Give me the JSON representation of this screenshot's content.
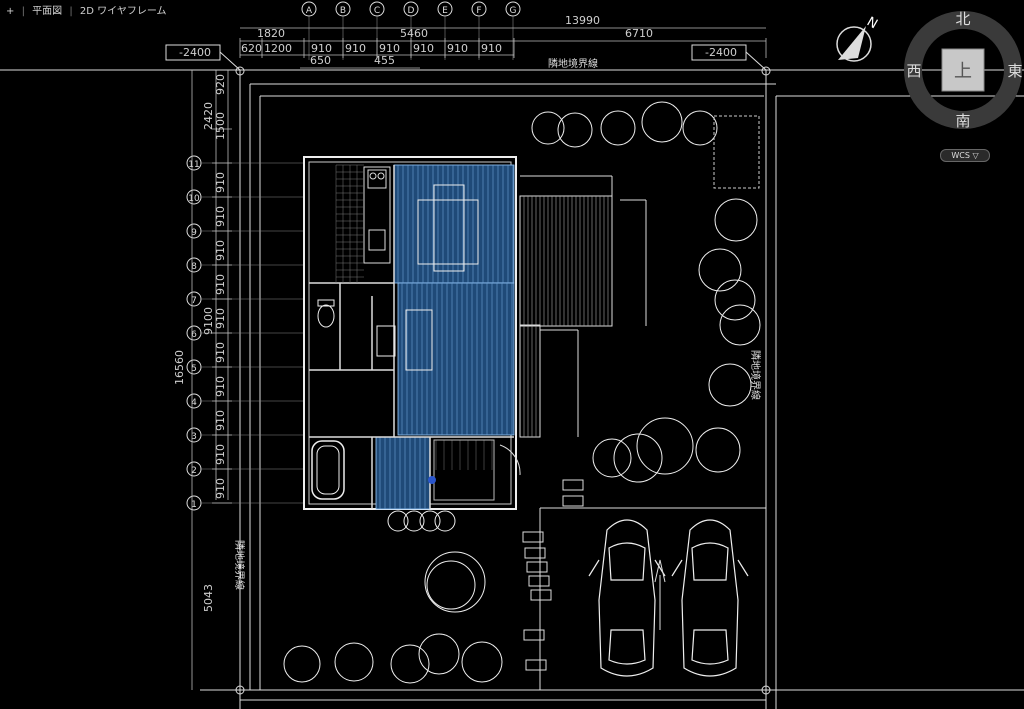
{
  "viewport": {
    "menu": "+",
    "view": "平面図",
    "style": "2D ワイヤフレーム"
  },
  "grid_columns": [
    "A",
    "B",
    "C",
    "D",
    "E",
    "F",
    "G"
  ],
  "grid_rows": [
    "1",
    "2",
    "3",
    "4",
    "5",
    "6",
    "7",
    "8",
    "9",
    "10",
    "11"
  ],
  "top_dims": {
    "overall": "13990",
    "mid_left": "5460",
    "mid_right": "6710",
    "left": "1820",
    "segs": [
      "620",
      "1200",
      "910",
      "910",
      "910",
      "910",
      "910",
      "910"
    ],
    "sub1": "650",
    "sub2": "455"
  },
  "left_dims": {
    "overall": "16560",
    "upper": "2420",
    "top_segs": [
      "920",
      "1500"
    ],
    "mid": "9100",
    "grid_segs": [
      "910",
      "910",
      "910",
      "910",
      "910",
      "910",
      "910",
      "910",
      "910",
      "910"
    ],
    "bottom": "5043"
  },
  "level_tags": [
    "-2400",
    "-2400"
  ],
  "boundary_labels": [
    "隣地境界線",
    "隣地境界線",
    "隣地境界線"
  ],
  "viewcube": {
    "north": "北",
    "south": "南",
    "west": "西",
    "east": "東",
    "face": "上",
    "compass": "N"
  },
  "wcs": "WCS ▽"
}
